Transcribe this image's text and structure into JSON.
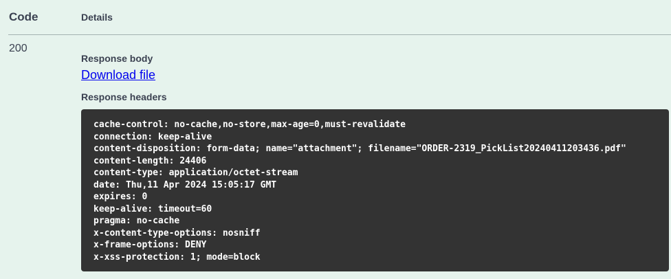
{
  "colors": {
    "page_background": "#e6f3ed",
    "text": "#3b4151",
    "link": "#0000ee",
    "divider": "#a3b2b0",
    "code_block_background": "#333333",
    "code_text": "#ffffff"
  },
  "table": {
    "code_header": "Code",
    "details_header": "Details"
  },
  "response": {
    "code": "200",
    "body_label": "Response body",
    "download_label": "Download file",
    "headers_label": "Response headers",
    "header_lines": [
      "cache-control: no-cache,no-store,max-age=0,must-revalidate",
      "connection: keep-alive",
      "content-disposition: form-data; name=\"attachment\"; filename=\"ORDER-2319_PickList20240411203436.pdf\"",
      "content-length: 24406",
      "content-type: application/octet-stream",
      "date: Thu,11 Apr 2024 15:05:17 GMT",
      "expires: 0",
      "keep-alive: timeout=60",
      "pragma: no-cache",
      "x-content-type-options: nosniff",
      "x-frame-options: DENY",
      "x-xss-protection: 1; mode=block"
    ]
  }
}
